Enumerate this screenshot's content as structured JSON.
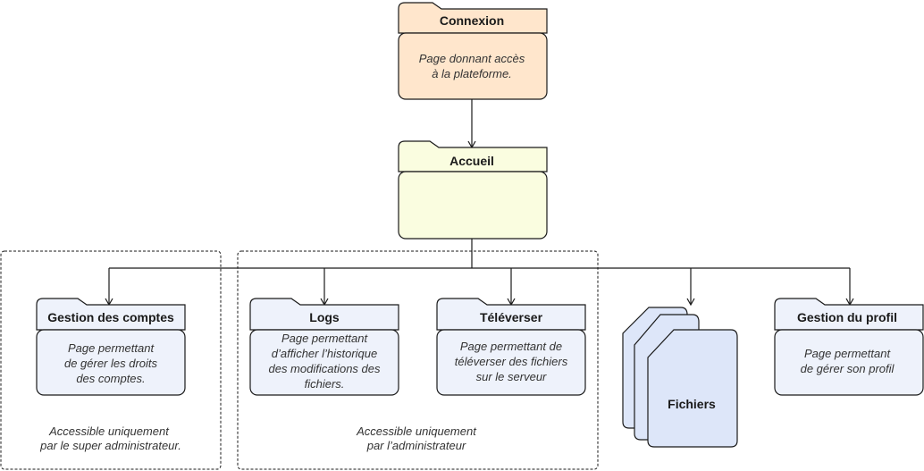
{
  "colors": {
    "stroke": "#1a1a1a",
    "orange_fill": "#ffe6cc",
    "yellow_fill": "#fafde0",
    "blue_fill": "#eef2fb",
    "files_fill": "#dde6f9"
  },
  "nodes": {
    "connexion": {
      "title": "Connexion",
      "desc": [
        "Page donnant accès",
        "à la plateforme."
      ]
    },
    "accueil": {
      "title": "Accueil"
    },
    "comptes": {
      "title": "Gestion des comptes",
      "desc": [
        "Page permettant",
        "de gérer les droits",
        "des comptes."
      ]
    },
    "logs": {
      "title": "Logs",
      "desc": [
        "Page permettant",
        "d’afficher l’historique",
        "des modifications des",
        "fichiers."
      ]
    },
    "televerser": {
      "title": "Téléverser",
      "desc": [
        "Page permettant de",
        "téléverser des fichiers",
        "sur le serveur"
      ]
    },
    "fichiers": {
      "title": "Fichiers"
    },
    "profil": {
      "title": "Gestion du profil",
      "desc": [
        "Page permettant",
        "de gérer son profil"
      ]
    }
  },
  "groups": {
    "super_admin": {
      "note": [
        "Accessible uniquement",
        "par le super administrateur."
      ]
    },
    "admin": {
      "note": [
        "Accessible uniquement",
        "par l’administrateur"
      ]
    }
  }
}
